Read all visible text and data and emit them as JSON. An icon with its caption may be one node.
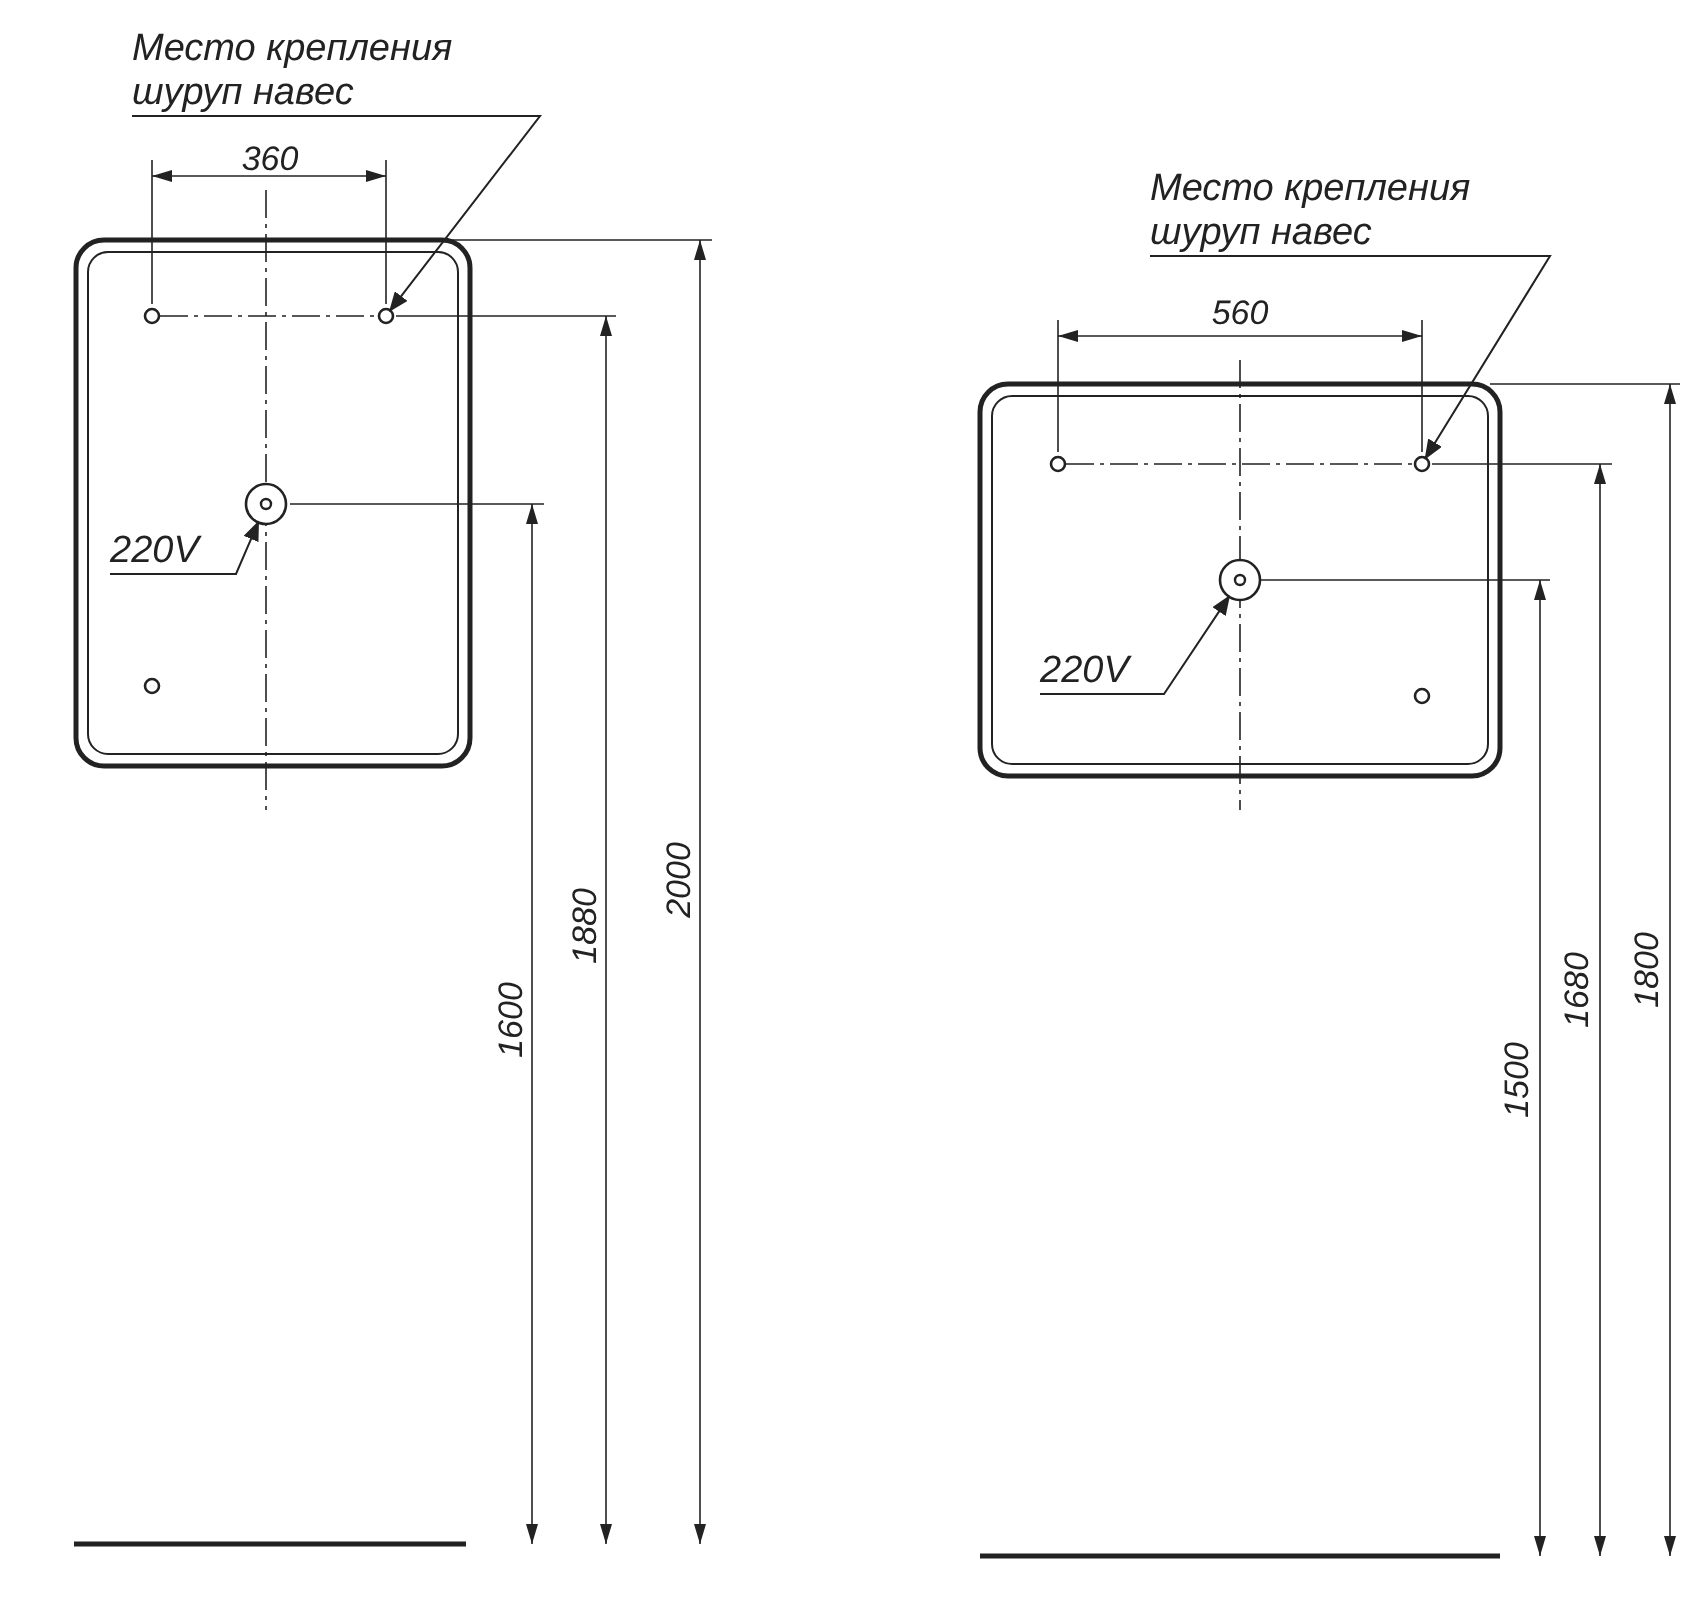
{
  "diagram": {
    "nodes": [
      {
        "text": [
          "Место крепления шуруп навес"
        ]
      },
      {
        "text": [],
        "shape": "circle"
      },
      {
        "text": [
          "220V"
        ]
      },
      {
        "text": [],
        "shape": "circle"
      },
      {
        "text": [
          "Место крепления шуруп навес"
        ]
      },
      {
        "text": [],
        "shape": "circle"
      },
      {
        "text": [
          "220V"
        ]
      },
      {
        "text": [],
        "shape": "circle"
      }
    ],
    "edges": [
      {
        "from": 0,
        "to": 1,
        "arrow": "to"
      },
      {
        "from": 2,
        "to": 3,
        "arrow": "to"
      },
      {
        "from": 4,
        "to": 5,
        "arrow": "to"
      },
      {
        "from": 6,
        "to": 7,
        "arrow": "to"
      }
    ],
    "labels": [
      "360",
      "1600",
      "1880",
      "2000",
      "560",
      "1500",
      "1680",
      "1800"
    ]
  }
}
